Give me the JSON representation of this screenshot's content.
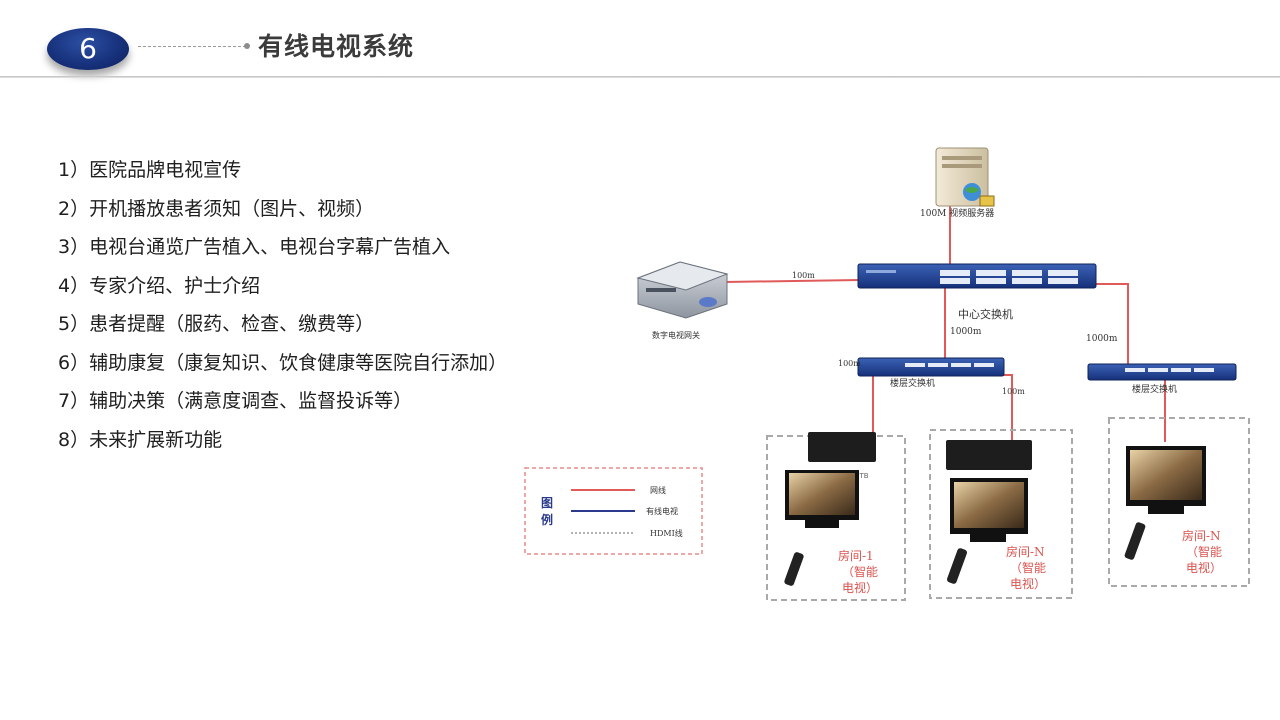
{
  "header": {
    "number": "6",
    "title": "有线电视系统"
  },
  "features": [
    "1）医院品牌电视宣传",
    "2）开机播放患者须知（图片、视频）",
    "3）电视台通览广告植入、电视台字幕广告植入",
    "4）专家介绍、护士介绍",
    "5）患者提醒（服药、检查、缴费等）",
    "6）辅助康复（康复知识、饮食健康等医院自行添加）",
    "7）辅助决策（满意度调查、监督投诉等）",
    "8）未来扩展新功能"
  ],
  "diagram": {
    "server_label": "100M 视频服务器",
    "gateway_label": "数字电视网关",
    "core_switch_label": "中心交换机",
    "floor_switch_label": "楼层交换机",
    "link_100m": "100m",
    "link_1000m": "1000m",
    "stb_label": "STB",
    "room1": [
      "房间-1",
      "（智能",
      "电视）"
    ],
    "roomN_a": [
      "房间-N",
      "（智能",
      "电视）"
    ],
    "roomN_b": [
      "房间-N",
      "（智能",
      "电视）"
    ],
    "legend": {
      "title_1": "图",
      "title_2": "例",
      "items": [
        "网线",
        "有线电视",
        "HDMI线"
      ],
      "colors": [
        "#e05a5a",
        "#2b3a8c",
        "#9a9a9a"
      ]
    }
  },
  "colors": {
    "badge": "#16307a",
    "network_line": "#e05a5a",
    "switch_blue": "#1c3f8f"
  }
}
